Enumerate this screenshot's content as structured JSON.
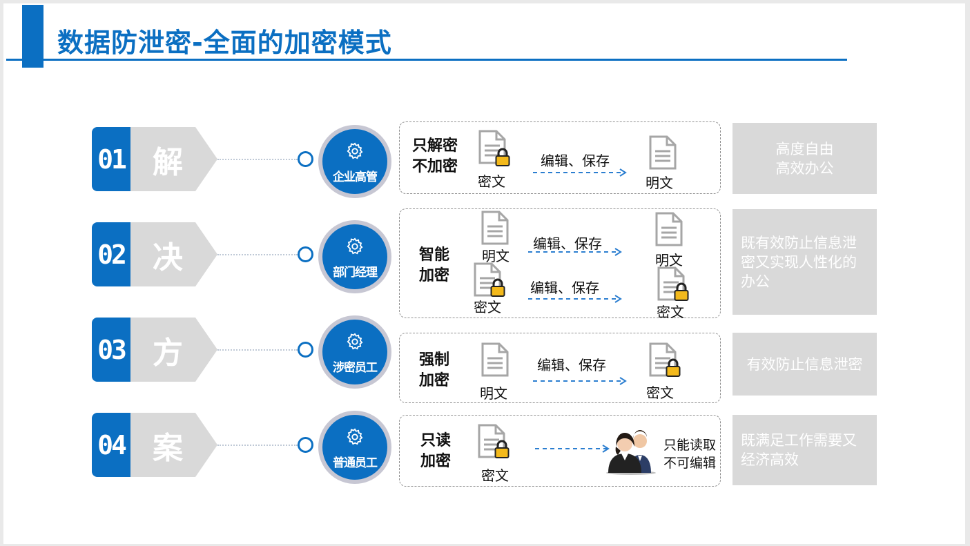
{
  "page": {
    "title": "数据防泄密-全面的加密模式"
  },
  "rows": [
    {
      "number": "01",
      "word": "解",
      "role": "企业高管",
      "mode": "只解密\n不加密",
      "doc_a": "密文",
      "doc_b": "明文",
      "arrow_label": "编辑、保存",
      "benefit": "高度自由\n高效办公"
    },
    {
      "number": "02",
      "word": "决",
      "role": "部门经理",
      "mode": "智能\n加密",
      "doc_a": "明文",
      "doc_b": "明文",
      "arrow_label": "编辑、保存",
      "doc_c": "密文",
      "doc_d": "密文",
      "arrow_label_2": "编辑、保存",
      "benefit": "既有效防止信息泄\n密又实现人性化的\n办公"
    },
    {
      "number": "03",
      "word": "方",
      "role": "涉密员工",
      "mode": "强制\n加密",
      "doc_a": "明文",
      "doc_b": "密文",
      "arrow_label": "编辑、保存",
      "benefit": "有效防止信息泄密"
    },
    {
      "number": "04",
      "word": "案",
      "role": "普通员工",
      "mode": "只读\n加密",
      "doc_a": "密文",
      "user_note": "只能读取\n不可编辑",
      "benefit": "既满足工作需要又\n经济高效"
    }
  ],
  "colors": {
    "primary": "#0b6fc2",
    "grey": "#d9d9d9",
    "lock": "#f3b91b"
  },
  "icons": {
    "role": "gear-icon",
    "document": "document-icon",
    "lock": "lock-icon",
    "users": "users-icon"
  }
}
